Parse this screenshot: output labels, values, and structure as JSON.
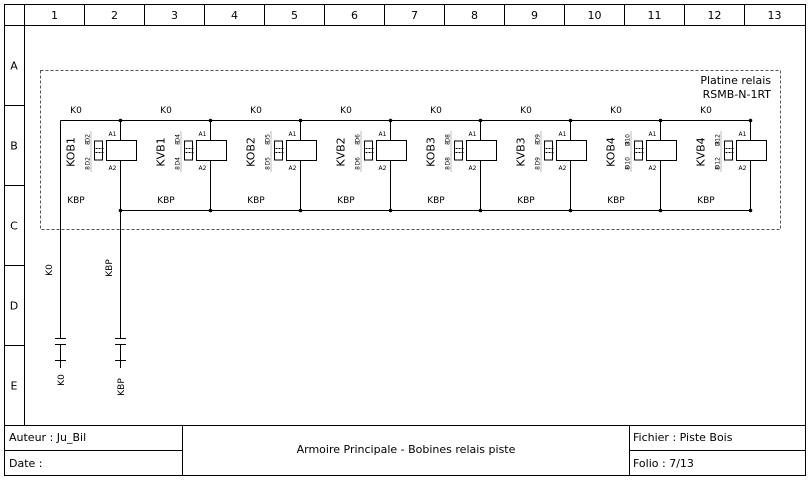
{
  "grid": {
    "columns": [
      "1",
      "2",
      "3",
      "4",
      "5",
      "6",
      "7",
      "8",
      "9",
      "10",
      "11",
      "12",
      "13"
    ],
    "rows": [
      "A",
      "B",
      "C",
      "D",
      "E"
    ]
  },
  "platine": {
    "line1": "Platine relais",
    "line2": "RSMB-N-1RT"
  },
  "bus": {
    "top": "K0",
    "bottom": "KBP"
  },
  "relays": [
    {
      "name": "KOB1",
      "pin_a": "D2",
      "pin_b": "D2"
    },
    {
      "name": "KVB1",
      "pin_a": "D4",
      "pin_b": "D4"
    },
    {
      "name": "KOB2",
      "pin_a": "D5",
      "pin_b": "D5"
    },
    {
      "name": "KVB2",
      "pin_a": "D6",
      "pin_b": "D6"
    },
    {
      "name": "KOB3",
      "pin_a": "D8",
      "pin_b": "D8"
    },
    {
      "name": "KVB3",
      "pin_a": "D9",
      "pin_b": "D9"
    },
    {
      "name": "KOB4",
      "pin_a": "D10",
      "pin_b": "D10"
    },
    {
      "name": "KVB4",
      "pin_a": "D12",
      "pin_b": "D12"
    }
  ],
  "coil_pins": {
    "top": "A1",
    "bottom": "A2",
    "side": "8"
  },
  "feeds": [
    {
      "mid_label": "K0",
      "end_label": "K0"
    },
    {
      "mid_label": "KBP",
      "end_label": "KBP"
    }
  ],
  "title_block": {
    "author": "Auteur : Ju_Bil",
    "date": "Date :",
    "title": "Armoire Principale - Bobines relais piste",
    "file": "Fichier : Piste Bois",
    "folio": "Folio : 7/13"
  }
}
